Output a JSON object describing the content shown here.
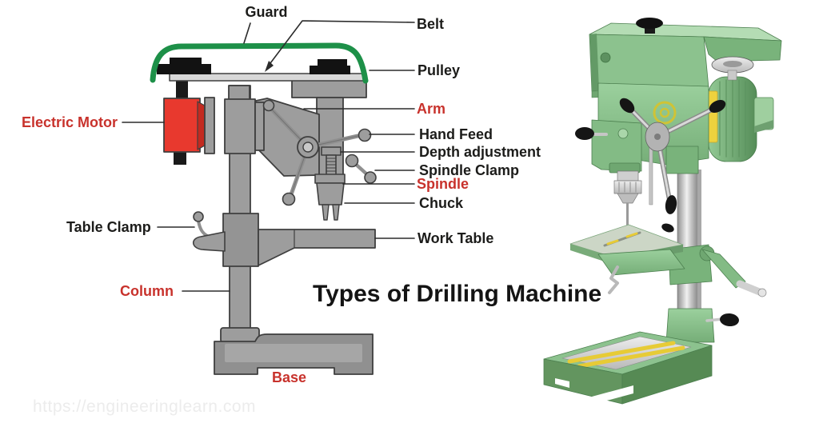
{
  "title": "Types of Drilling Machine",
  "watermark": "https://engineeringlearn.com",
  "diagram": {
    "labels": {
      "guard": "Guard",
      "belt": "Belt",
      "pulley": "Pulley",
      "arm": "Arm",
      "hand_feed": "Hand Feed",
      "depth_adjustment": "Depth adjustment",
      "spindle_clamp": "Spindle Clamp",
      "spindle": "Spindle",
      "chuck": "Chuck",
      "electric_motor": "Electric Motor",
      "table_clamp": "Table Clamp",
      "work_table": "Work Table",
      "column": "Column",
      "base": "Base"
    },
    "colors": {
      "label_black": "#1c1c1a",
      "label_red": "#c8322c",
      "machine_gray": "#9d9d9d",
      "machine_outline": "#3f3f3f",
      "motor_red": "#e8392e",
      "guard_green": "#1d9048",
      "photo_green": "#8cc28e",
      "photo_yellow": "#eed23e",
      "watermark_gray": "#ececec"
    }
  }
}
